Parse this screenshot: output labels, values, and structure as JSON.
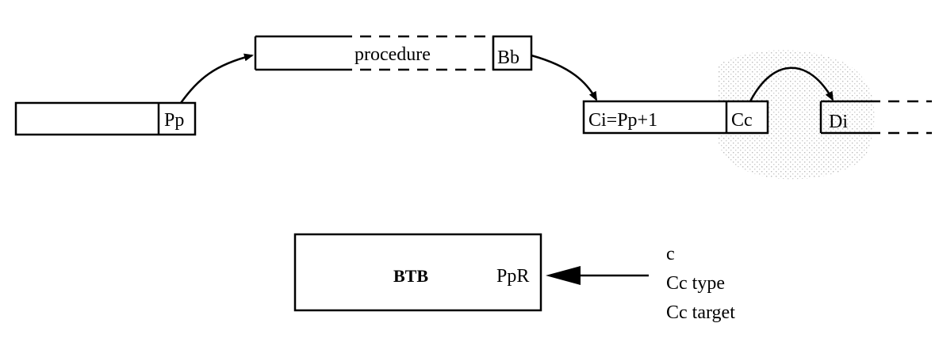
{
  "labels": {
    "pp": "Pp",
    "procedure": "procedure",
    "bb": "Bb",
    "ci": "Ci=Pp+1",
    "cc": "Cc",
    "di": "Di",
    "btb": "BTB",
    "ppr": "PpR",
    "note_c": "c",
    "note_cc_type": "Cc type",
    "note_cc_target": "Cc target"
  },
  "colors": {
    "line": "#000000",
    "background": "#ffffff",
    "stipple": "#b8b8b8"
  }
}
